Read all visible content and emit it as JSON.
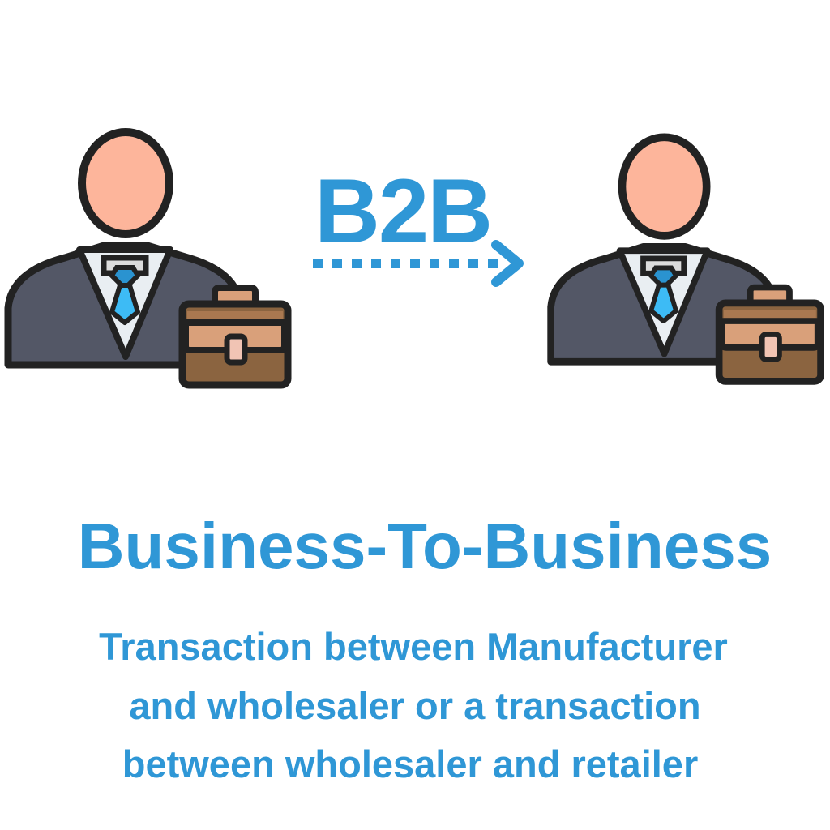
{
  "label": "B2B",
  "title": "Business-To-Business",
  "description": [
    "Transaction between Manufacturer",
    "and wholesaler or a transaction",
    "between wholesaler and retailer"
  ],
  "icons": [
    "businessman-with-briefcase-icon",
    "dotted-arrow-right-icon",
    "businessman-with-briefcase-icon"
  ],
  "colors": {
    "accent": "#2f97d6",
    "suit": "#535766",
    "skin": "#fdb59b",
    "tie": "#3dbbf5",
    "briefcase": "#d9a07a",
    "outline": "#222222"
  }
}
